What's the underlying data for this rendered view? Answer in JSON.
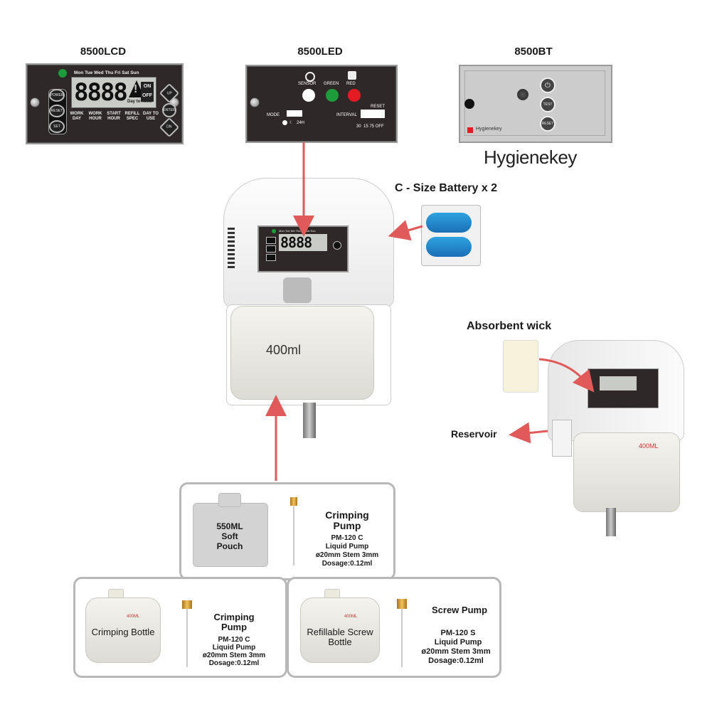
{
  "top_panels": {
    "lcd": {
      "title": "8500LCD",
      "days": "Mon Tue Wed Thu Fri Sat Sun",
      "digits": "8888",
      "warn": "!",
      "on": "ON",
      "off": "OFF",
      "day_to_refill": "Day to Refill",
      "buttons": [
        "POWER",
        "RESET",
        "SET"
      ],
      "right_buttons": [
        "UP",
        "ENTER",
        "DN"
      ],
      "bottom_labels": [
        "WORK DAY",
        "WORK HOUR",
        "START HOUR",
        "REFILL SPEC",
        "DAY TO USE"
      ]
    },
    "led": {
      "title": "8500LED",
      "sensor": "SENSOR",
      "green": "GREEN",
      "red": "RED",
      "mode": "MODE",
      "mode_24h": "24H",
      "interval": "INTERVAL",
      "reset": "RESET",
      "interval_values": "30  15 75 OFF"
    },
    "bt": {
      "title": "8500BT",
      "test": "TEST",
      "reset": "RESET",
      "mini_brand": "Hygienekey"
    }
  },
  "brand": "Hygienekey",
  "battery_label": "C - Size Battery x 2",
  "main_unit": {
    "volume": "400ml",
    "panel_digits": "8888",
    "panel_days": "Mon Tue We Thu Fri Sat Sun"
  },
  "side_unit": {
    "absorbent_wick": "Absorbent wick",
    "reservoir": "Reservoir",
    "tank_mark": "400ML"
  },
  "options": {
    "pouch": {
      "container": "550ML Soft Pouch",
      "pump_title": "Crimping Pump",
      "pump_model": "PM-120 C",
      "pump_type": "Liquid Pump",
      "stem": "ø20mm Stem 3mm",
      "dosage": "Dosage:0.12ml"
    },
    "crimping": {
      "container": "Crimping Bottle",
      "mark": "400ML",
      "pump_title": "Crimping Pump",
      "pump_model": "PM-120 C",
      "pump_type": "Liquid Pump",
      "stem": "ø20mm Stem 3mm",
      "dosage": "Dosage:0.12ml"
    },
    "screw": {
      "container": "Refillable Screw Bottle",
      "mark": "400ML",
      "pump_title": "Screw Pump",
      "pump_model": "PM-120 S",
      "pump_type": "Liquid Pump",
      "stem": "ø20mm Stem 3mm",
      "dosage": "Dosage:0.12ml"
    }
  },
  "colors": {
    "arrow": "#e05a5a",
    "panel": "#2f2828",
    "border": "#b8b8b8",
    "led_green": "#1e9c3c",
    "led_red": "#e51b24"
  }
}
